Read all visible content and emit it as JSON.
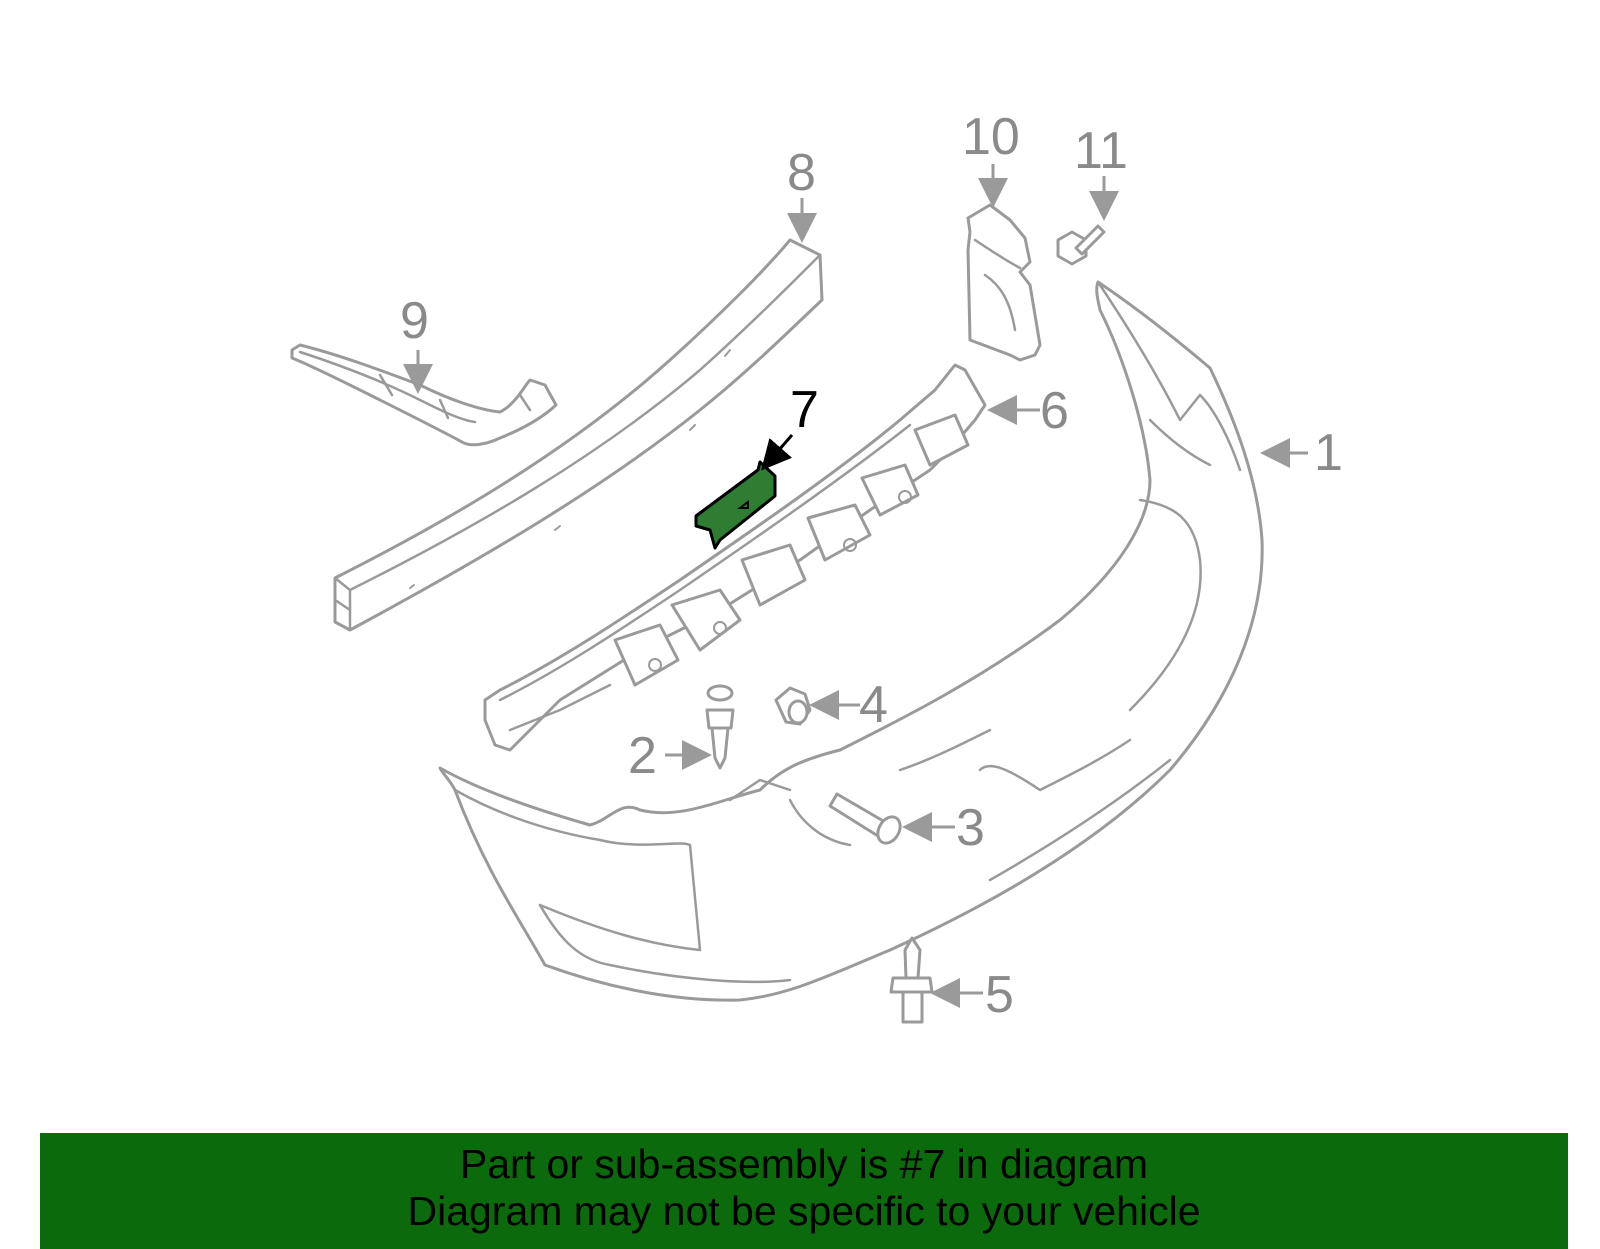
{
  "diagram": {
    "callouts": [
      "1",
      "2",
      "3",
      "4",
      "5",
      "6",
      "7",
      "8",
      "9",
      "10",
      "11"
    ],
    "highlighted_callout": "7",
    "highlight_color": "#2e7d32",
    "line_color": "#9a9a9a"
  },
  "banner": {
    "line1": "Part or sub-assembly is #7 in diagram",
    "line2": "Diagram may not be specific to your vehicle",
    "background": "#0b6a0b"
  }
}
